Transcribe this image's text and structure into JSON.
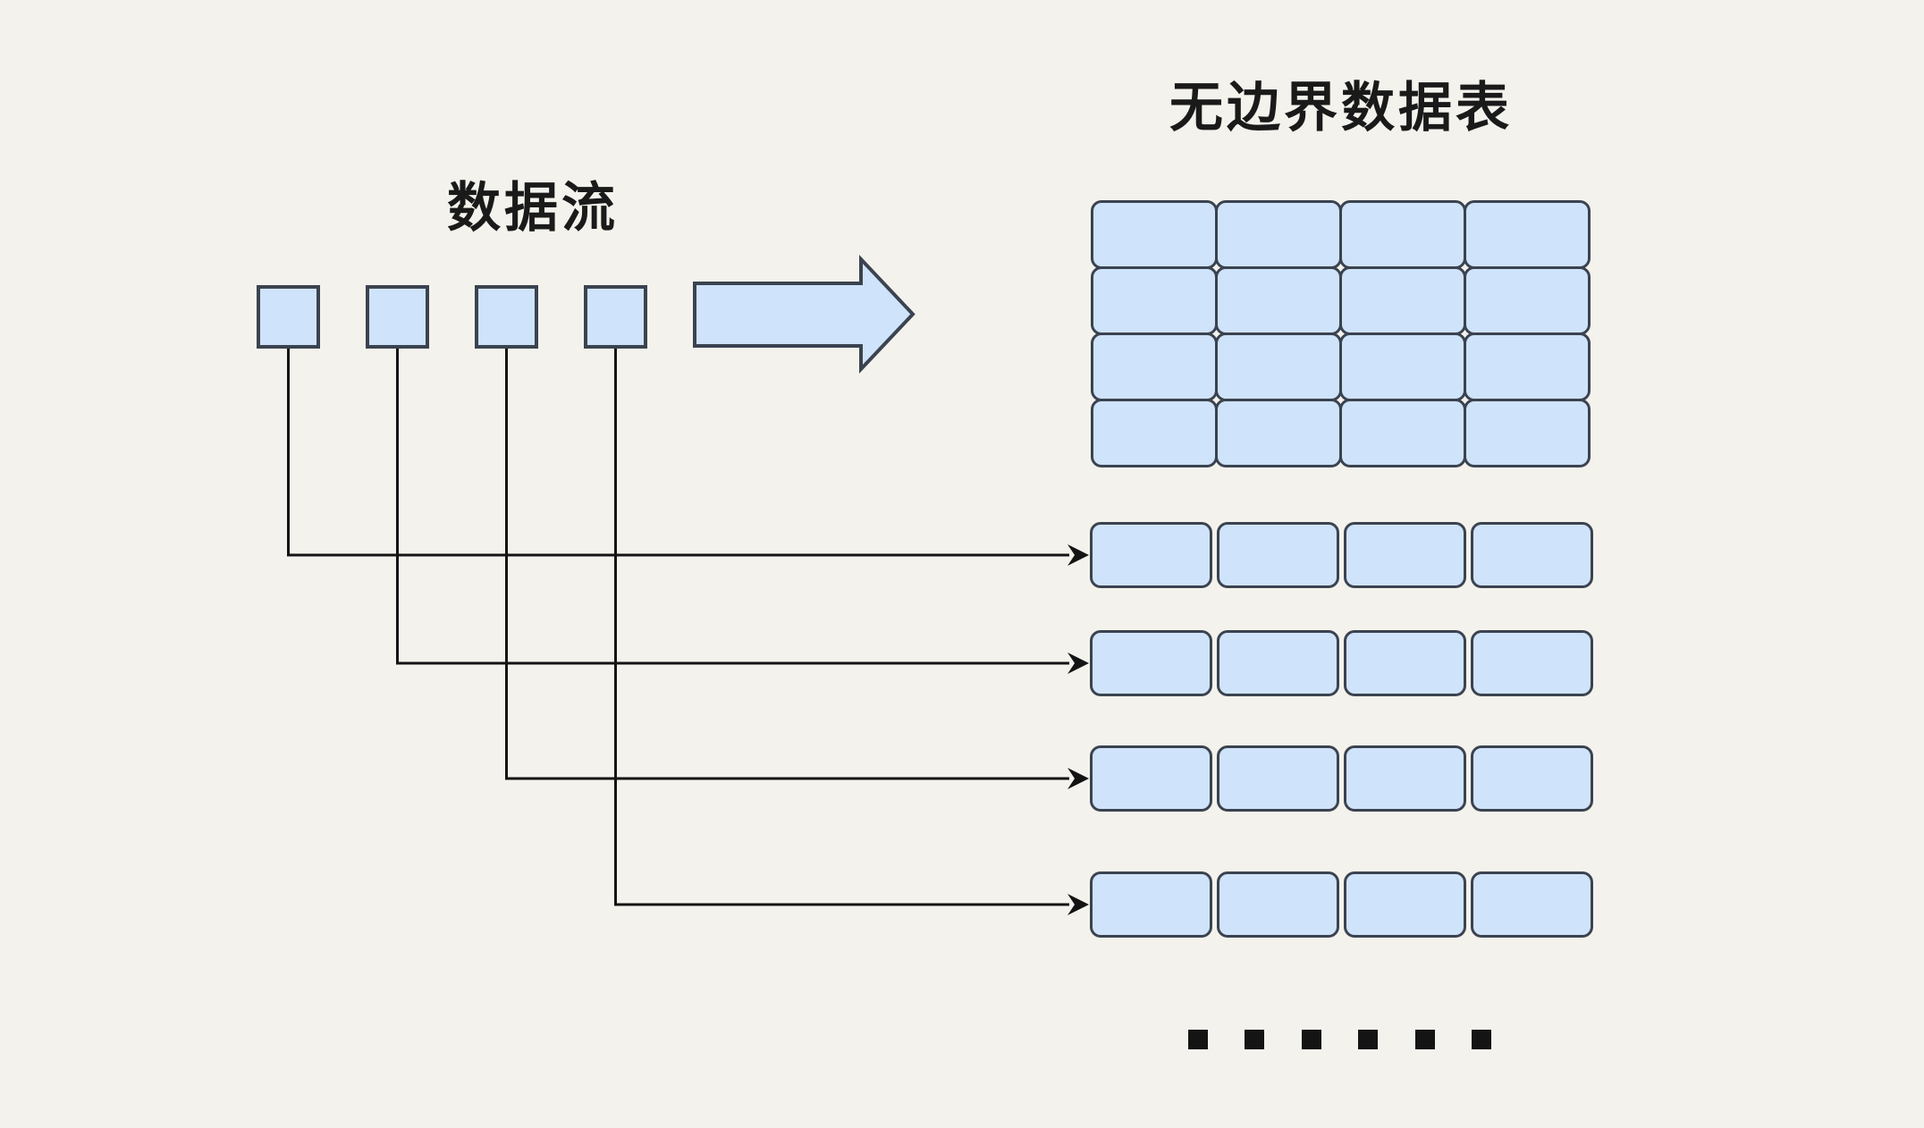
{
  "diagram": {
    "stream_label": "数据流",
    "table_label": "无边界数据表",
    "stream_item_count": 4,
    "grid": {
      "rows": 4,
      "cols": 4
    },
    "appended_rows": {
      "count": 4,
      "cells_per_row": 4
    },
    "ellipsis_dot_count": 6,
    "colors": {
      "background": "#f4f2ec",
      "cell_fill": "#cfe3fa",
      "cell_border": "#3b4350",
      "line": "#141414",
      "text": "#1a1a1a"
    }
  }
}
